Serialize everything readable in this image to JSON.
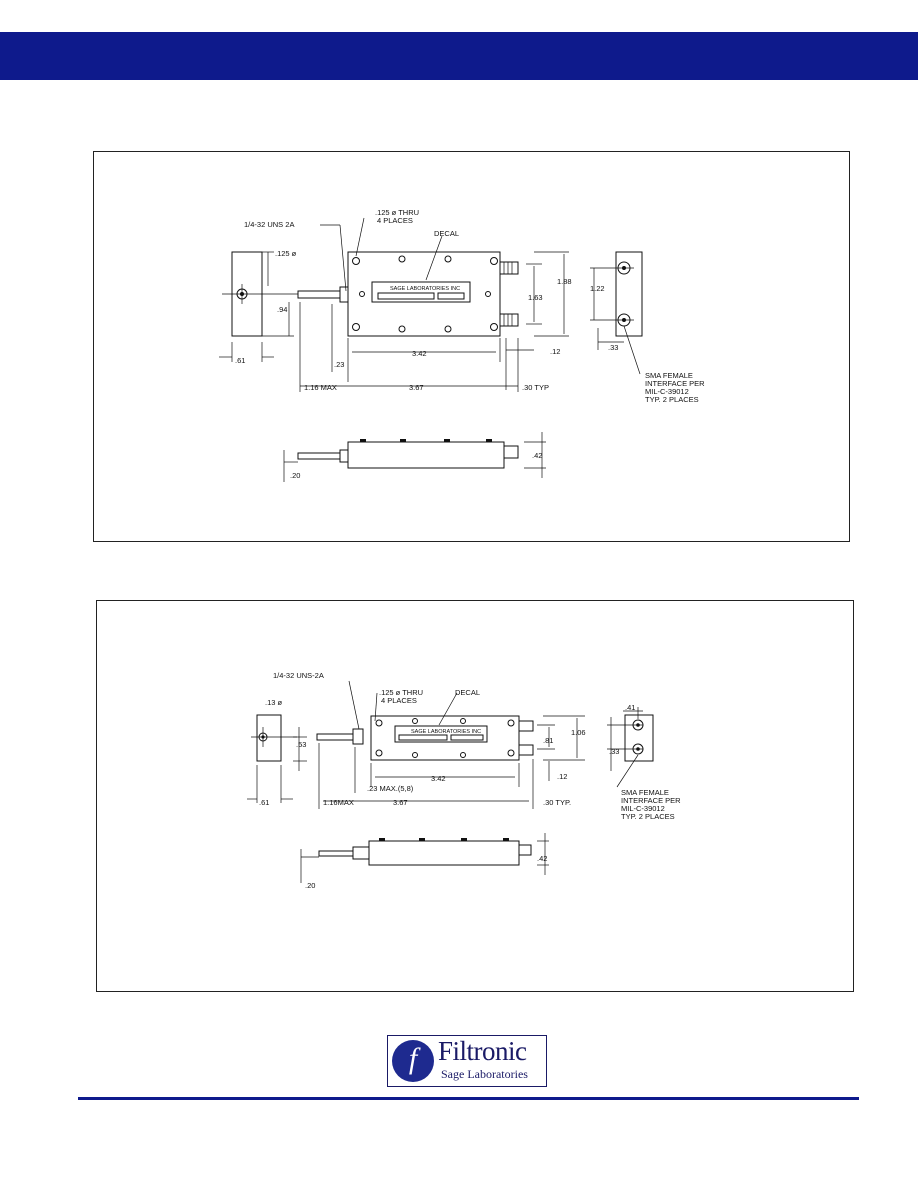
{
  "drawing1": {
    "thread": "1/4-32 UNS 2A",
    "holes_line1": ".125 ø THRU",
    "holes_line2": "4 PLACES",
    "decal": "DECAL",
    "decal_text": "SAGE LABORATORIES INC",
    "dia": ".125 ø",
    "d094": ".94",
    "d061": ".61",
    "d342": "3.42",
    "d023": ".23",
    "d116": "1.16 MAX",
    "d367": "3.67",
    "d030": ".30 TYP",
    "d012": ".12",
    "d188": "1.88",
    "d163": "1.63",
    "d122": "1.22",
    "d033": ".33",
    "sma1": "SMA FEMALE",
    "sma2": "INTERFACE PER",
    "sma3": "MIL-C-39012",
    "sma4": "TYP. 2 PLACES",
    "d042": ".42",
    "d020": ".20"
  },
  "drawing2": {
    "thread": "1/4-32 UNS-2A",
    "dia": ".13 ø",
    "holes_line1": ".125 ø THRU",
    "holes_line2": "4 PLACES",
    "decal": "DECAL",
    "decal_text": "SAGE LABORATORIES INC",
    "d053": ".53",
    "d061": ".61",
    "d116": "1.16MAX",
    "d023": ".23 MAX.(5,8)",
    "d342": "3.42",
    "d367": "3.67",
    "d030": ".30 TYP.",
    "d012": ".12",
    "d106": "1.06",
    "d081": ".81",
    "d041": ".41",
    "d033": ".33",
    "sma1": "SMA FEMALE",
    "sma2": "INTERFACE PER",
    "sma3": "MIL-C-39012",
    "sma4": "TYP. 2 PLACES",
    "d042": ".42",
    "d020": ".20"
  },
  "logo": {
    "brand": "Filtronic",
    "sub": "Sage Laboratories",
    "glyph": "f"
  },
  "colors": {
    "header": "#0e1a8c",
    "logo": "#1e2a8f"
  }
}
